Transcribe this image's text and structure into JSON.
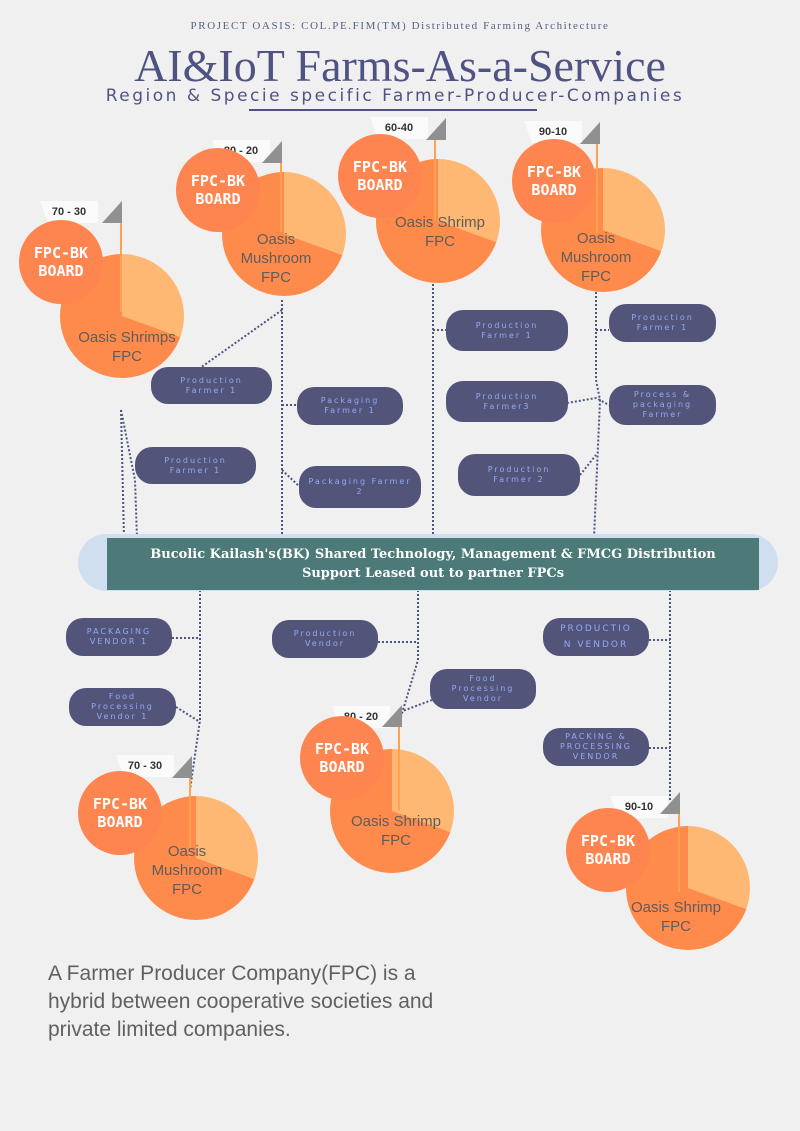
{
  "header": {
    "kicker": "PROJECT OASIS: COL.PE.FIM(TM) Distributed Farming Architecture",
    "title": "AI&IoT Farms-As-a-Service",
    "subtitle": "Region & Specie specific Farmer-Producer-Companies"
  },
  "board_label": "FPC-BK\nBOARD",
  "nodes": [
    {
      "id": "n1",
      "ratio": "70 - 30",
      "fpc": "Oasis Shrimps\nFPC"
    },
    {
      "id": "n2",
      "ratio": "80 - 20",
      "fpc": "Oasis\nMushroom\nFPC"
    },
    {
      "id": "n3",
      "ratio": "60-40",
      "fpc": "Oasis Shrimp\nFPC"
    },
    {
      "id": "n4",
      "ratio": "90-10",
      "fpc": "Oasis\nMushroom\nFPC"
    },
    {
      "id": "n5",
      "ratio": "70 - 30",
      "fpc": "Oasis\nMushroom\nFPC"
    },
    {
      "id": "n6",
      "ratio": "80 - 20",
      "fpc": "Oasis Shrimp\nFPC"
    },
    {
      "id": "n7",
      "ratio": "90-10",
      "fpc": "Oasis Shrimp\nFPC"
    }
  ],
  "pills": {
    "p1": "Production\nFarmer 1",
    "p2": "Production\nFarmer 1",
    "p3": "Packaging\nFarmer 1",
    "p4": "Packaging Farmer\n2",
    "p5": "Production\nFarmer 1",
    "p6": "Production\nFarmer3",
    "p7": "Production\nFarmer 2",
    "p8": "Production\nFarmer 1",
    "p9": "Process &\npackaging\nFarmer",
    "p10": "PACKAGING\nVENDOR 1",
    "p11": "Food\nProcessing\nVendor 1",
    "p12": "Production\nVendor",
    "p13": "Food\nProcessing\nVendor",
    "p14": "PRODUCTIO\nN VENDOR",
    "p15": "PACKING &\nPROCESSING\nVENDOR"
  },
  "band": {
    "text": "Bucolic Kailash's(BK) Shared Technology, Management & FMCG Distribution\nSupport  Leased out to partner FPCs"
  },
  "footnote": "A Farmer Producer Company(FPC) is a hybrid between cooperative societies and private limited companies.",
  "colors": {
    "background": "#f1f0f0",
    "title": "#4f5384",
    "pill": "#525579",
    "pill_text": "#93a9f6",
    "circle": "#fe8450",
    "circle_light": "#ffb873",
    "band": "#4b7a78",
    "connector": "#4a5580"
  }
}
